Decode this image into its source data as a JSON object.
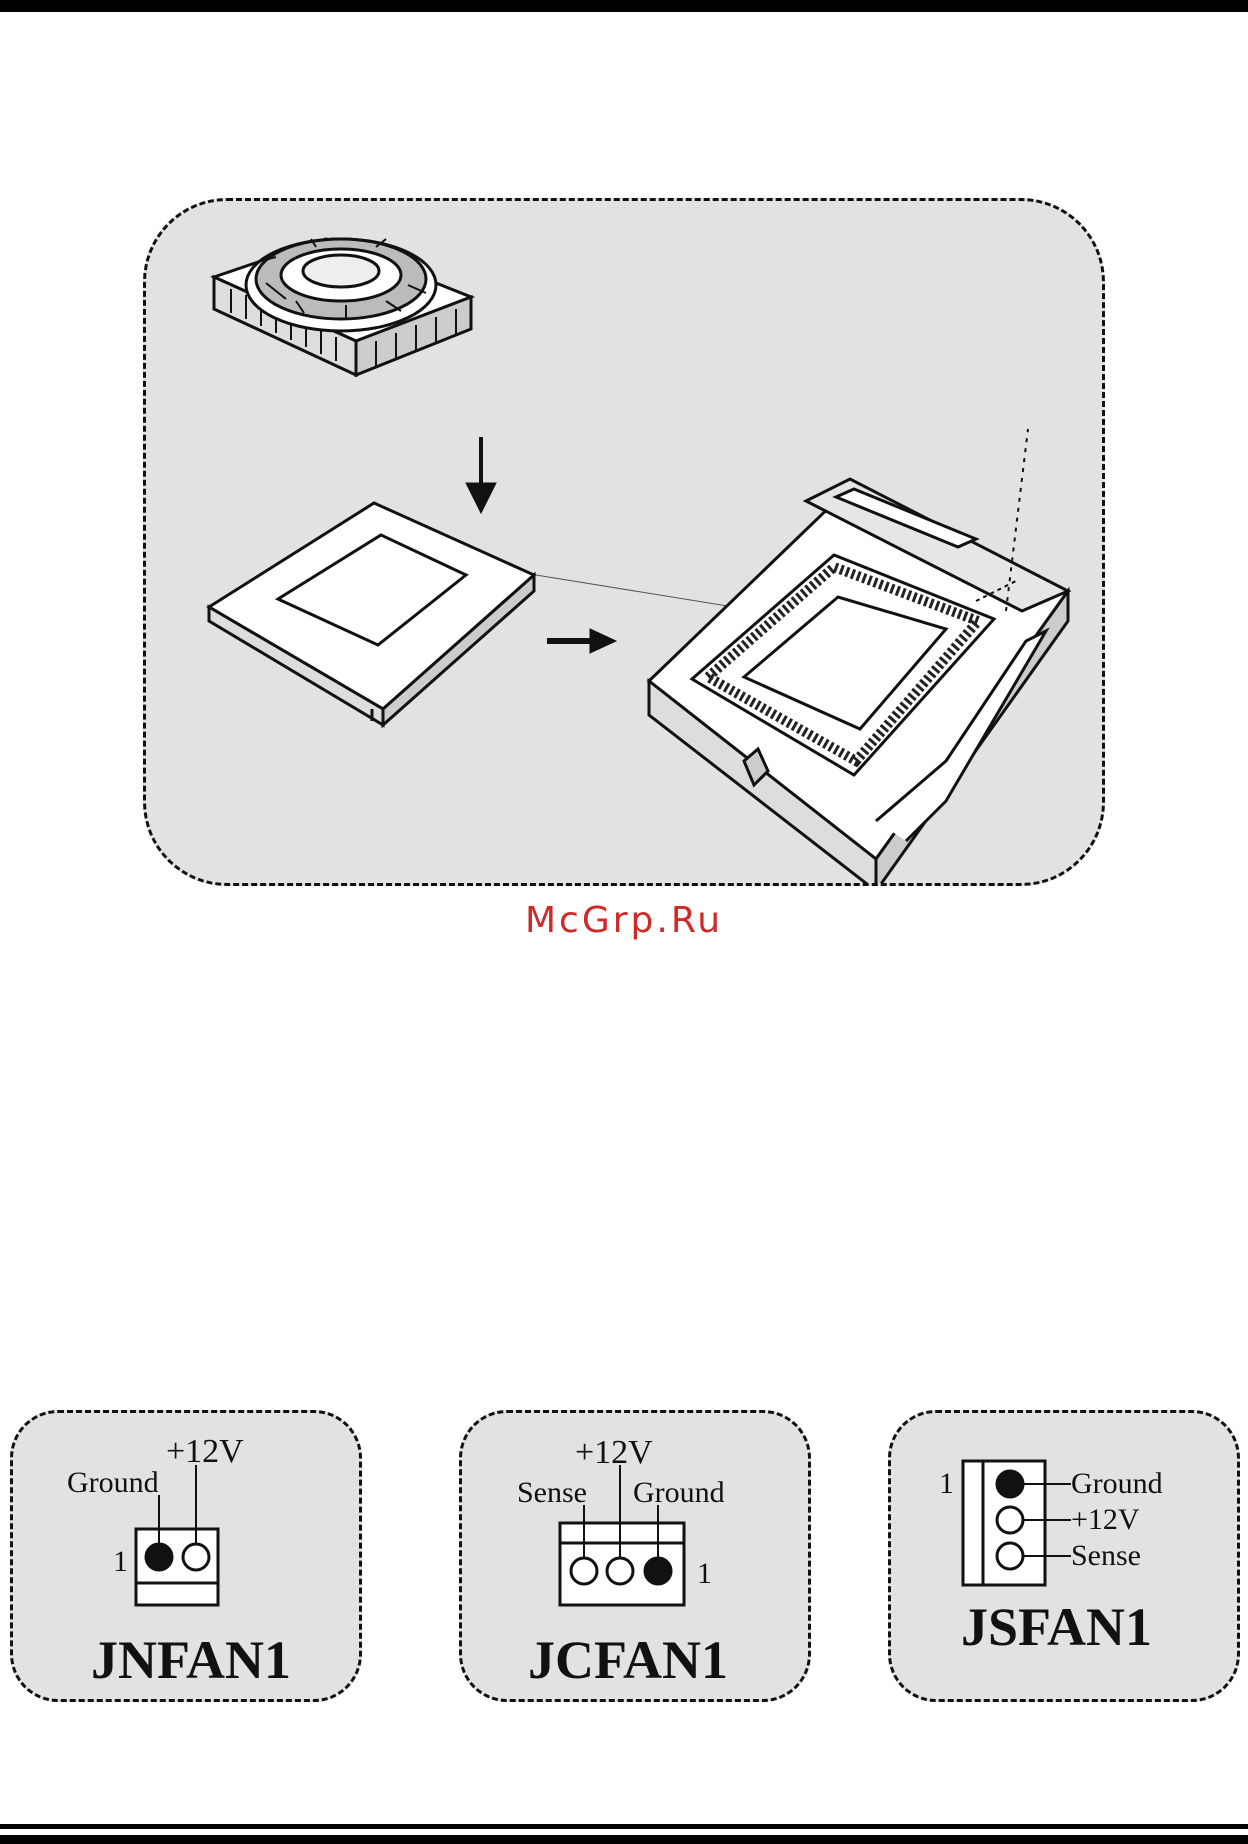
{
  "watermark": "McGrp.Ru",
  "connectors": {
    "jnfan": {
      "title": "JNFAN1",
      "pin1": "1",
      "labels": [
        "Ground",
        "+12V"
      ]
    },
    "jcfan": {
      "title": "JCFAN1",
      "pin1": "1",
      "labels": [
        "+12V",
        "Sense",
        "Ground"
      ]
    },
    "jsfan": {
      "title": "JSFAN1",
      "pin1": "1",
      "labels": [
        "Ground",
        "+12V",
        "Sense"
      ]
    }
  }
}
